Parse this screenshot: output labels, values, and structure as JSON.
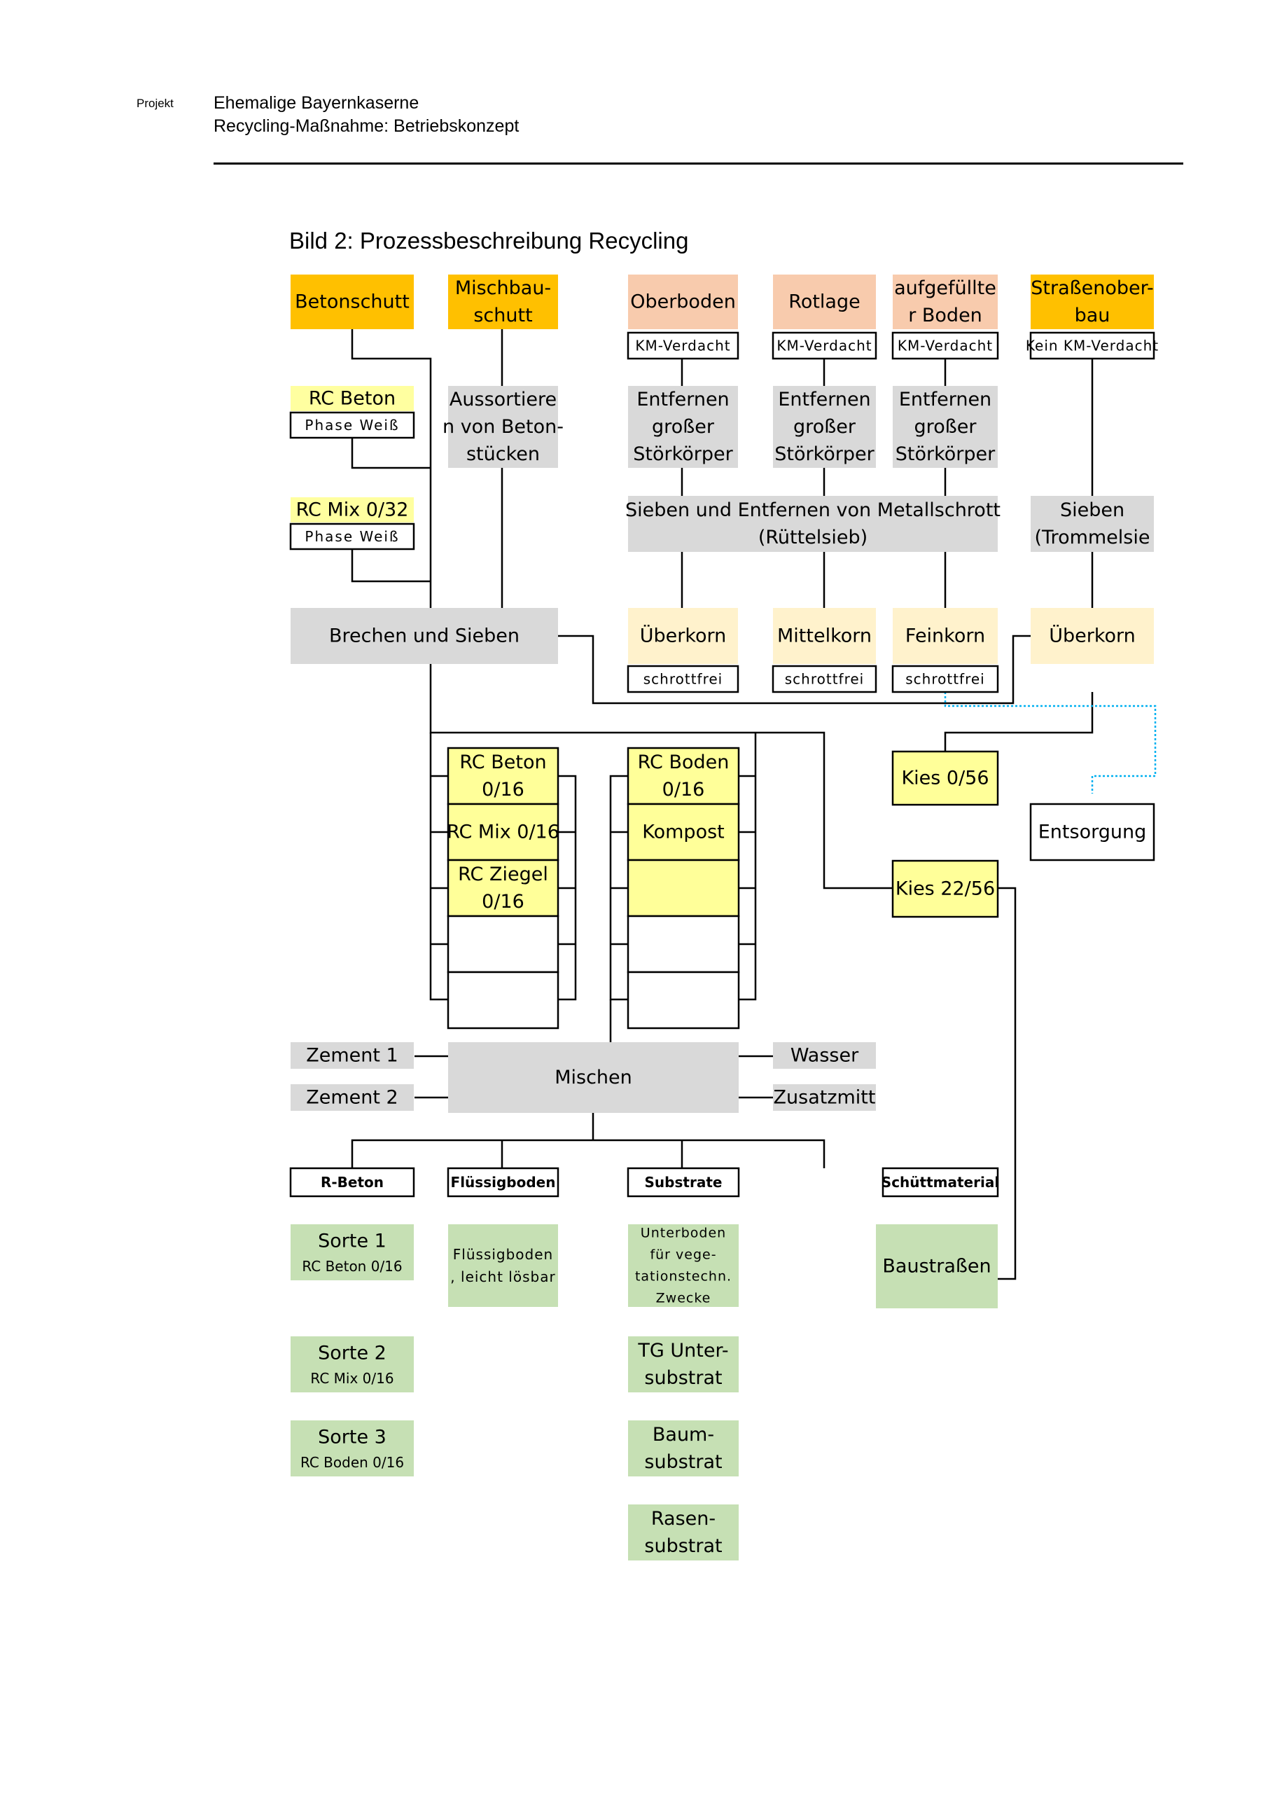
{
  "header": {
    "project_label": "Projekt",
    "project_name": "Ehemalige Bayernkaserne",
    "project_subtitle": "Recycling-Maßnahme: Betriebskonzept"
  },
  "figure": {
    "title": "Bild 2: Prozessbeschreibung Recycling"
  },
  "colors": {
    "source_orange": "#FFC000",
    "source_salmon": "#F8CBAD",
    "process_grey": "#D9D9D9",
    "stock_yellow": "#FFFF99",
    "light_yellow": "#FFFFA0",
    "fraction_beige": "#FFF2CC",
    "product_green": "#C6E0B4",
    "dotted_line": "#00B0F0"
  },
  "nodes": {
    "betonschutt": "Betonschutt",
    "mischbauschutt": [
      "Mischbau-",
      "schutt"
    ],
    "oberboden": "Oberboden",
    "rotlage": "Rotlage",
    "aufgefuellter_boden": [
      "aufgefüllte",
      "r Boden"
    ],
    "strassenoberbau": [
      "Straßenober-",
      "bau"
    ],
    "km_verdacht": "KM-Verdacht",
    "kein_km_verdacht": "Kein KM-Verdacht",
    "rc_beton": "RC Beton",
    "rc_mix_032": "RC Mix 0/32",
    "phase_weiss": "Phase Weiß",
    "aussortieren": [
      "Aussortiere",
      "n von Beton-",
      "stücken"
    ],
    "entfernen": [
      "Entfernen",
      "großer",
      "Störkörper"
    ],
    "sieben_ruettelsieb": [
      "Sieben und Entfernen von Metallschrott",
      "(Rüttelsieb)"
    ],
    "sieben_trommelsieb": [
      "Sieben",
      "(Trommelsie"
    ],
    "brechen_sieben": "Brechen und Sieben",
    "ueberkorn": "Überkorn",
    "mittelkorn": "Mittelkorn",
    "feinkorn": "Feinkorn",
    "schrottfrei": "schrottfrei",
    "kies_056": "Kies 0/56",
    "kies_2256": "Kies 22/56",
    "entsorgung": "Entsorgung",
    "rc_beton_016": [
      "RC Beton",
      "0/16"
    ],
    "rc_mix_016": "RC Mix  0/16",
    "rc_ziegel_016": [
      "RC Ziegel",
      "0/16"
    ],
    "rc_boden_016": [
      "RC Boden",
      "0/16"
    ],
    "kompost": "Kompost",
    "zement1": "Zement 1",
    "zement2": "Zement 2",
    "mischen": "Mischen",
    "wasser": "Wasser",
    "zusatzmittel": "Zusatzmitt"
  },
  "products": {
    "r_beton": "R-Beton",
    "fluessigboden": "Flüssigboden",
    "substrate": "Substrate",
    "schuettmaterial": "Schüttmaterial",
    "sorte1": [
      "Sorte 1",
      "RC Beton 0/16"
    ],
    "sorte2": [
      "Sorte 2",
      "RC Mix 0/16"
    ],
    "sorte3": [
      "Sorte 3",
      "RC Boden 0/16"
    ],
    "fluessigboden_desc": [
      "Flüssigboden",
      ", leicht lösbar"
    ],
    "unterboden": [
      "Unterboden",
      "für vege-",
      "tationstechn.",
      "Zwecke"
    ],
    "tg_untersubstrat": [
      "TG Unter-",
      "substrat"
    ],
    "baumsubstrat": [
      "Baum-",
      "substrat"
    ],
    "rasensubstrat": [
      "Rasen-",
      "substrat"
    ],
    "baustrassen": "Baustraßen"
  }
}
